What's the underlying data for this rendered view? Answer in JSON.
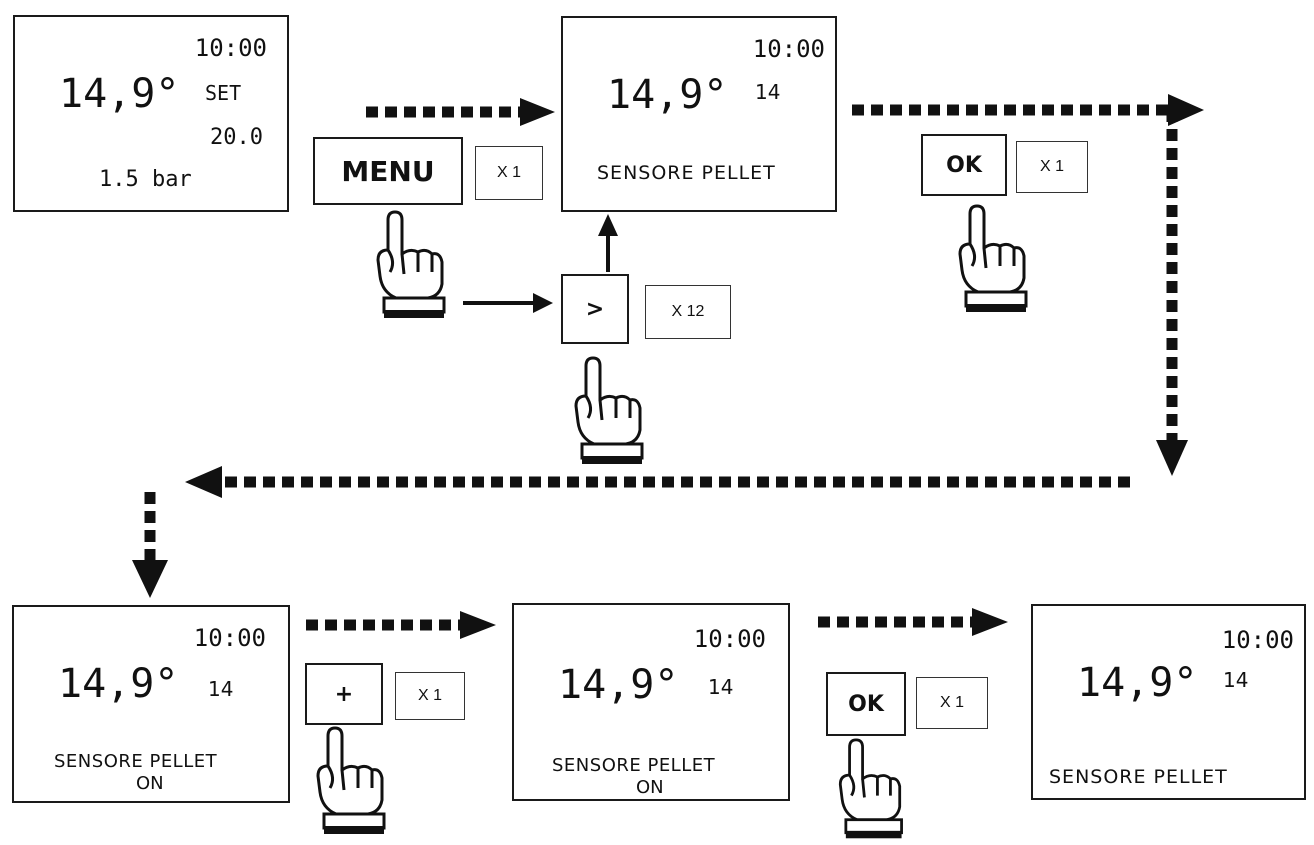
{
  "screens": {
    "s1": {
      "time": "10:00",
      "temp": "14,9°",
      "set_label": "SET",
      "set_value": "20.0",
      "pressure": "1.5 bar"
    },
    "s2": {
      "time": "10:00",
      "temp": "14,9°",
      "num": "14",
      "label": "SENSORE PELLET"
    },
    "s3": {
      "time": "10:00",
      "temp": "14,9°",
      "num": "14",
      "label": "SENSORE PELLET",
      "state": "ON"
    },
    "s4": {
      "time": "10:00",
      "temp": "14,9°",
      "num": "14",
      "label": "SENSORE PELLET",
      "state": "ON"
    },
    "s5": {
      "time": "10:00",
      "temp": "14,9°",
      "num": "14",
      "label": "SENSORE PELLET"
    }
  },
  "buttons": {
    "menu": {
      "label": "MENU",
      "count": "X 1"
    },
    "next": {
      "label": ">",
      "count": "X 12"
    },
    "ok1": {
      "label": "OK",
      "count": "X 1"
    },
    "plus": {
      "label": "+",
      "count": "X 1"
    },
    "ok2": {
      "label": "OK",
      "count": "X 1"
    }
  },
  "icons": {
    "hand": "pointing-hand-icon",
    "arrow": "dotted-arrow-icon"
  },
  "colors": {
    "ink": "#111111",
    "background": "#ffffff"
  }
}
